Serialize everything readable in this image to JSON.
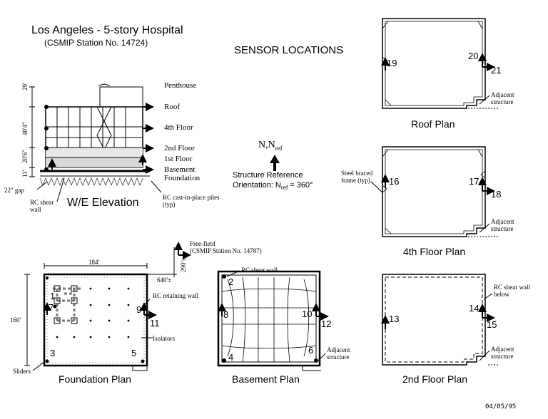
{
  "header": {
    "title": "Los Angeles - 5-story Hospital",
    "station": "(CSMIP Station No. 14724)",
    "sensor_locations": "SENSOR LOCATIONS"
  },
  "elevation": {
    "title": "W/E Elevation",
    "floors": [
      "Penthouse",
      "Roof",
      "4th Floor",
      "2nd Floor",
      "1st Floor",
      "Basement",
      "Foundation"
    ],
    "dims": [
      "29'",
      "40'4\"",
      "20'6\"",
      "11'"
    ],
    "gap": "22\" gap",
    "shear_wall": "RC shear wall",
    "piles": "RC cast-in-place piles (typ)"
  },
  "reference": {
    "north": "N,N",
    "ref_sub": "ref",
    "line1": "Structure Reference",
    "line2": "Orientation: N",
    "line2_sub": "ref",
    "line2_tail": "= 360°"
  },
  "roof_plan": {
    "title": "Roof Plan",
    "sensors": [
      "19",
      "20",
      "21"
    ],
    "adjacent": "Adjacent structure"
  },
  "fourth_plan": {
    "title": "4th Floor Plan",
    "sensors": [
      "16",
      "17",
      "18"
    ],
    "steel": "Steel braced frame (typ)",
    "adjacent": "Adjacent structure"
  },
  "second_plan": {
    "title": "2nd Floor Plan",
    "sensors": [
      "13",
      "14",
      "15"
    ],
    "shear": "RC shear wall below",
    "adjacent": "Adjacent structure"
  },
  "foundation_plan": {
    "title": "Foundation Plan",
    "sensors": [
      "1",
      "3",
      "5",
      "7",
      "9",
      "11"
    ],
    "dim_w": "184'",
    "dim_h": "160'",
    "dist": "640'±",
    "dist2": "290'±",
    "freefield": "Free-field",
    "freefield_station": "(CSMIP Station No. 14787)",
    "retaining": "RC retaining wall",
    "isolators": "Isolators",
    "sliders": "Sliders"
  },
  "basement_plan": {
    "title": "Basement Plan",
    "sensors": [
      "2",
      "4",
      "6",
      "8",
      "10",
      "12"
    ],
    "shear": "RC shear wall",
    "adjacent": "Adjacent structure"
  },
  "date": "04/05/95"
}
